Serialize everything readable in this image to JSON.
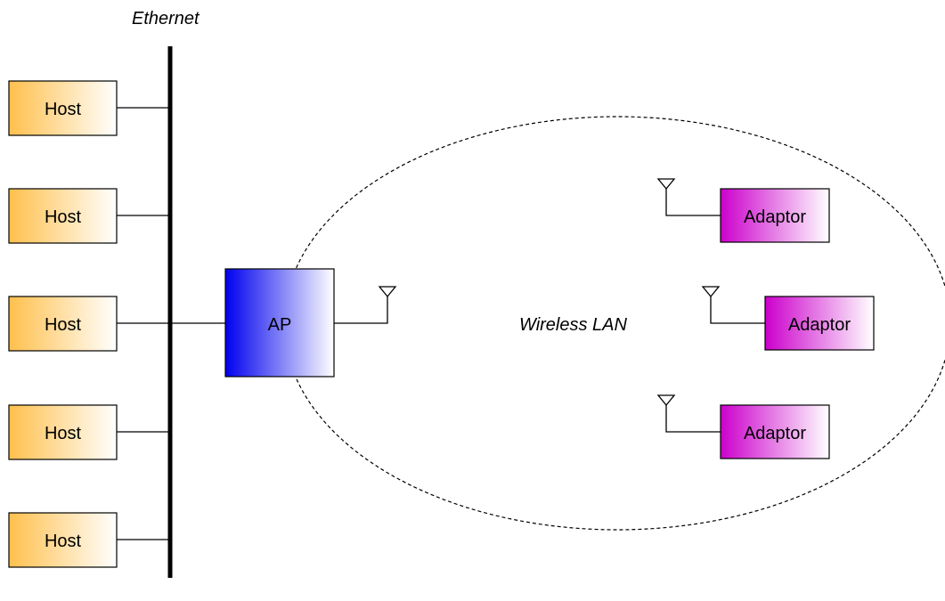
{
  "diagram": {
    "ethernet_label": "Ethernet",
    "wireless_label": "Wireless LAN",
    "access_point": {
      "label": "AP"
    },
    "hosts": [
      {
        "label": "Host"
      },
      {
        "label": "Host"
      },
      {
        "label": "Host"
      },
      {
        "label": "Host"
      },
      {
        "label": "Host"
      }
    ],
    "adaptors": [
      {
        "label": "Adaptor"
      },
      {
        "label": "Adaptor"
      },
      {
        "label": "Adaptor"
      }
    ]
  },
  "colors": {
    "host_gradient_start": "#FFC04D",
    "host_gradient_end": "#FFFFFF",
    "ap_gradient_start": "#0000EE",
    "ap_gradient_end": "#FFFFFF",
    "adaptor_gradient_start": "#CC00CC",
    "adaptor_gradient_end": "#FFFFFF",
    "line": "#000000"
  }
}
